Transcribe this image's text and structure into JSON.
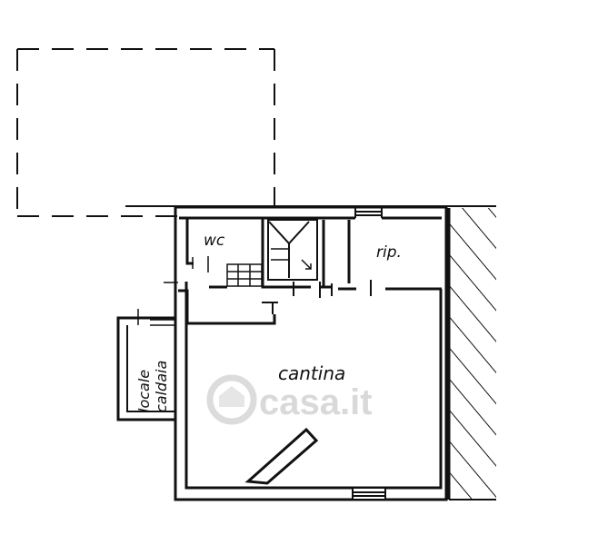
{
  "plan": {
    "rooms": {
      "wc": "wc",
      "rip": "rip.",
      "cantina": "cantina",
      "locale": "locale",
      "caldaia": "caldaia"
    },
    "watermark": "casa.it"
  },
  "colors": {
    "wall": "#111111",
    "background": "#ffffff",
    "watermark": "#d9d9d9"
  }
}
